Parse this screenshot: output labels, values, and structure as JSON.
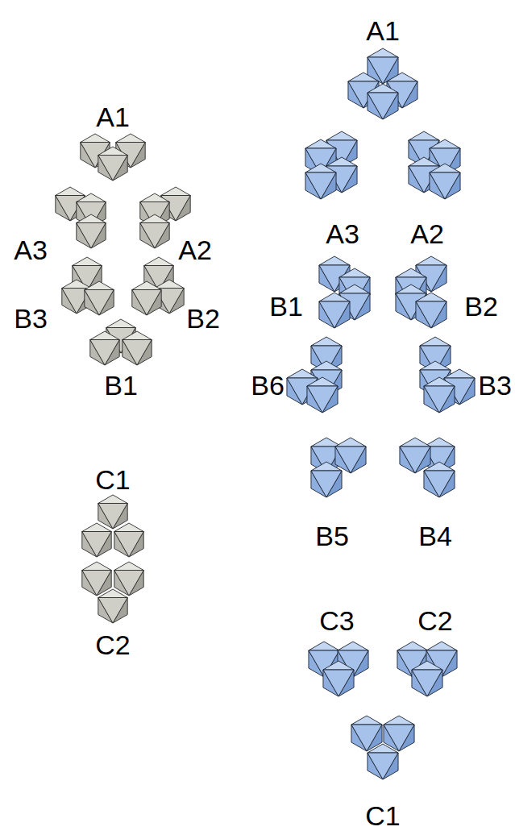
{
  "diagram": {
    "labels": [
      "A1",
      "A3",
      "A2",
      "B3",
      "B2",
      "B1",
      "C1",
      "C2",
      "A1",
      "A3",
      "A2",
      "B1",
      "B2",
      "B6",
      "B3",
      "B5",
      "B4",
      "C3",
      "C2",
      "C1"
    ]
  }
}
